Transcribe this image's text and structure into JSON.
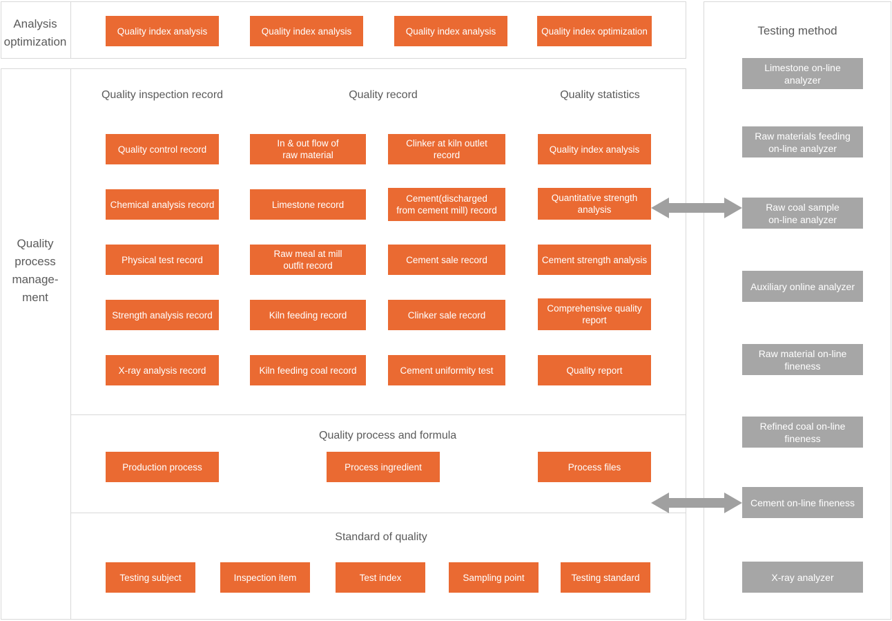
{
  "colors": {
    "orange": "#EA6A32",
    "gray": "#A6A6A6",
    "border": "#D8D8D8",
    "text": "#5A5A5A",
    "arrow": "#A0A0A0"
  },
  "rails": {
    "analysis_optimization": "Analysis\noptimization",
    "quality_process_management": "Quality\nprocess\nmanage-\nment"
  },
  "analysis_row": {
    "nodes": [
      {
        "label": "Quality index analysis"
      },
      {
        "label": "Quality index analysis"
      },
      {
        "label": "Quality index analysis"
      },
      {
        "label": "Quality index optimization"
      }
    ]
  },
  "records_section": {
    "headings": [
      {
        "label": "Quality inspection record"
      },
      {
        "label": "Quality record"
      },
      {
        "label": "Quality statistics"
      }
    ],
    "columns": [
      {
        "name": "quality-inspection-record",
        "nodes": [
          {
            "label": "Quality control record"
          },
          {
            "label": "Chemical analysis record"
          },
          {
            "label": "Physical test record"
          },
          {
            "label": "Strength analysis record"
          },
          {
            "label": "X-ray analysis record"
          }
        ]
      },
      {
        "name": "quality-record-a",
        "nodes": [
          {
            "label": "In & out flow of\nraw material"
          },
          {
            "label": "Limestone record"
          },
          {
            "label": "Raw meal at mill\noutfit record"
          },
          {
            "label": "Kiln feeding record"
          },
          {
            "label": "Kiln feeding coal record"
          }
        ]
      },
      {
        "name": "quality-record-b",
        "nodes": [
          {
            "label": "Clinker at kiln outlet\nrecord"
          },
          {
            "label": "Cement(discharged\nfrom cement mill) record"
          },
          {
            "label": "Cement sale record"
          },
          {
            "label": "Clinker sale record"
          },
          {
            "label": "Cement uniformity test"
          }
        ]
      },
      {
        "name": "quality-statistics",
        "nodes": [
          {
            "label": "Quality index analysis"
          },
          {
            "label": "Quantitative strength\nanalysis"
          },
          {
            "label": "Cement strength analysis"
          },
          {
            "label": "Comprehensive quality\nreport"
          },
          {
            "label": "Quality report"
          }
        ]
      }
    ]
  },
  "process_formula_section": {
    "heading": "Quality process and formula",
    "nodes": [
      {
        "label": "Production process"
      },
      {
        "label": "Process ingredient"
      },
      {
        "label": "Process files"
      }
    ]
  },
  "standard_section": {
    "heading": "Standard of quality",
    "nodes": [
      {
        "label": "Testing subject"
      },
      {
        "label": "Inspection item"
      },
      {
        "label": "Test index"
      },
      {
        "label": "Sampling point"
      },
      {
        "label": "Testing standard"
      }
    ]
  },
  "testing_method_panel": {
    "heading": "Testing method",
    "nodes": [
      {
        "label": "Limestone  on-line\nanalyzer"
      },
      {
        "label": "Raw materials feeding\non-line analyzer"
      },
      {
        "label": "Raw coal sample\non-line analyzer"
      },
      {
        "label": "Auxiliary online analyzer"
      },
      {
        "label": "Raw material on-line\nfineness"
      },
      {
        "label": "Refined coal on-line\nfineness"
      },
      {
        "label": "Cement on-line fineness"
      },
      {
        "label": "X-ray analyzer"
      }
    ]
  },
  "connectors": [
    {
      "name": "connector-quantitative-strength-to-raw-coal",
      "kind": "double-arrow"
    },
    {
      "name": "connector-process-files-to-cement-fineness",
      "kind": "double-arrow"
    }
  ]
}
